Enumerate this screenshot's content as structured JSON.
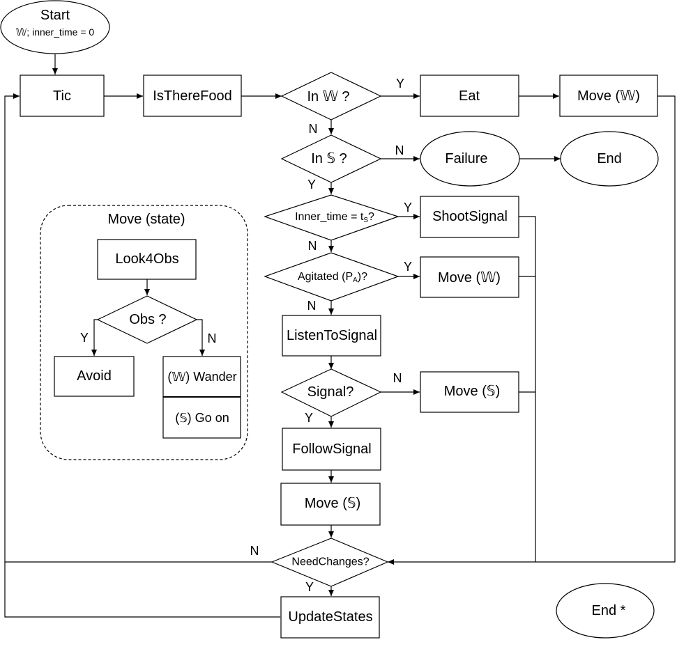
{
  "start": {
    "title": "Start",
    "sub": "𝕎; inner_time = 0"
  },
  "nodes": {
    "tic": "Tic",
    "is_there_food": "IsThereFood",
    "in_w": "In 𝕎 ?",
    "eat": "Eat",
    "move_w_top": "Move (𝕎)",
    "in_s": "In 𝕊 ?",
    "failure": "Failure",
    "end": "End",
    "inner_time_main": "Inner_time = t",
    "inner_time_sub": "S",
    "inner_time_tail": "?",
    "shoot_signal": "ShootSignal",
    "agitated_main": "Agitated (P",
    "agitated_sub": "A",
    "agitated_tail": ")?",
    "move_w_mid": "Move (𝕎)",
    "listen_to_signal": "ListenToSignal",
    "signal_q": "Signal?",
    "move_s_right": "Move (𝕊)",
    "follow_signal": "FollowSignal",
    "move_s_center": "Move (𝕊)",
    "need_changes": "NeedChanges?",
    "update_states": "UpdateStates",
    "end_star": "End *"
  },
  "inset": {
    "title": "Move (state)",
    "look4obs": "Look4Obs",
    "obs_q": "Obs ?",
    "avoid": "Avoid",
    "wander": "(𝕎) Wander",
    "go_on": "(𝕊) Go on",
    "yes": "Y",
    "no": "N"
  },
  "labels": {
    "in_w_yes": "Y",
    "in_w_no": "N",
    "in_s_no": "N",
    "in_s_yes": "Y",
    "inner_yes": "Y",
    "inner_no": "N",
    "agitated_yes": "Y",
    "agitated_no": "N",
    "signal_no": "N",
    "signal_yes": "Y",
    "need_no": "N",
    "need_yes": "Y"
  }
}
